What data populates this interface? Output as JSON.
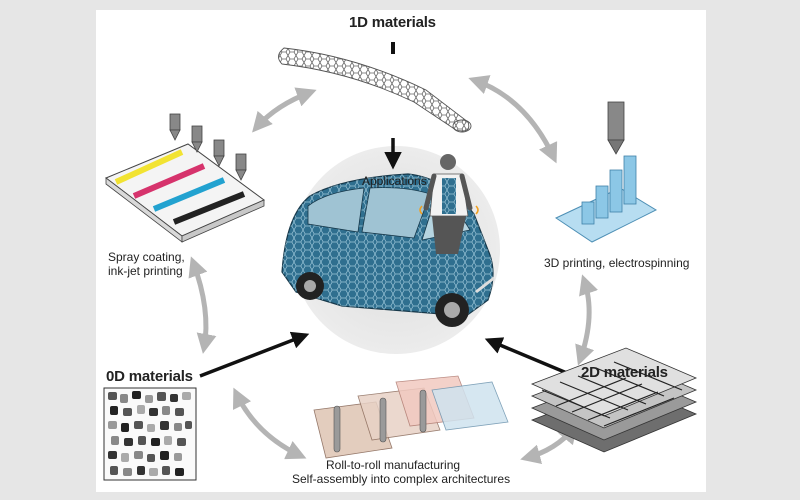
{
  "materials": {
    "one_d": "1D materials",
    "zero_d": "0D materials",
    "two_d": "2D materials"
  },
  "center": {
    "label": "Applications"
  },
  "processes": {
    "spray_line1": "Spray coating,",
    "spray_line2": "ink-jet printing",
    "printing_3d": "3D printing, electrospinning",
    "roll_line1": "Roll-to-roll manufacturing",
    "roll_line2": "Self-assembly into complex architectures"
  },
  "colors": {
    "panel_bg": "#ffffff",
    "page_bg": "#e6e6e6",
    "cycle_arrow": "#b4b4b4",
    "main_arrow": "#111111",
    "car_blue": "#2f6f8f",
    "print_blue": "#8cc7e6",
    "ink_yellow": "#f2e332",
    "ink_magenta": "#d6336c",
    "ink_cyan": "#22a2d0",
    "ink_black": "#222222"
  }
}
